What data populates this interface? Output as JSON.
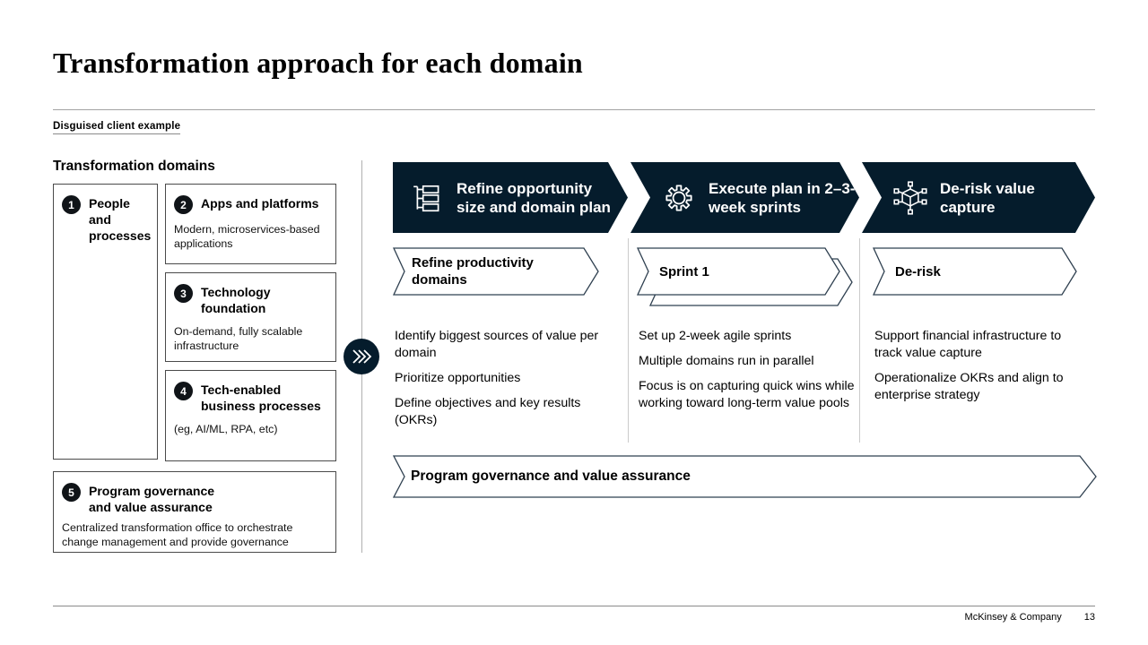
{
  "header": {
    "title": "Transformation approach for each domain",
    "tag": "Disguised client example"
  },
  "domains": {
    "heading": "Transformation domains",
    "items": [
      {
        "num": "1",
        "title": "People and processes"
      },
      {
        "num": "2",
        "title": "Apps and platforms",
        "subtitle": "Modern, microservices-based applications"
      },
      {
        "num": "3",
        "title": "Technology foundation",
        "subtitle": "On-demand, fully scalable infrastructure"
      },
      {
        "num": "4",
        "title": "Tech-enabled business processes",
        "subtitle": "(eg, AI/ML, RPA, etc)"
      },
      {
        "num": "5",
        "title": "Program governance\nand value assurance",
        "subtitle": "Centralized transformation office to orchestrate change management and provide governance"
      }
    ]
  },
  "steps": [
    {
      "icon": "hierarchy-icon",
      "banner": "Refine opportunity size and domain plan",
      "arrow": "Refine productivity domains",
      "points": [
        "Identify biggest sources of value per domain",
        "Prioritize opportunities",
        "Define objectives and key results (OKRs)"
      ]
    },
    {
      "icon": "gear-icon",
      "banner": "Execute plan in 2–3-week sprints",
      "arrow": "Sprint 1",
      "points": [
        "Set up 2-week agile sprints",
        "Multiple domains run in parallel",
        "Focus is on capturing quick wins while working toward long-term value pools"
      ]
    },
    {
      "icon": "network-cube-icon",
      "banner": "De-risk value capture",
      "arrow": "De-risk",
      "points": [
        "Support financial infrastructure to track value capture",
        "Operationalize OKRs and align to enterprise strategy"
      ]
    }
  ],
  "governance_arrow_label": "Program governance and value assurance",
  "footer": {
    "brand": "McKinsey & Company",
    "page": "13"
  },
  "colors": {
    "navy": "#051c2c",
    "badge": "#101418",
    "arrow_outline": "#2f4050"
  }
}
